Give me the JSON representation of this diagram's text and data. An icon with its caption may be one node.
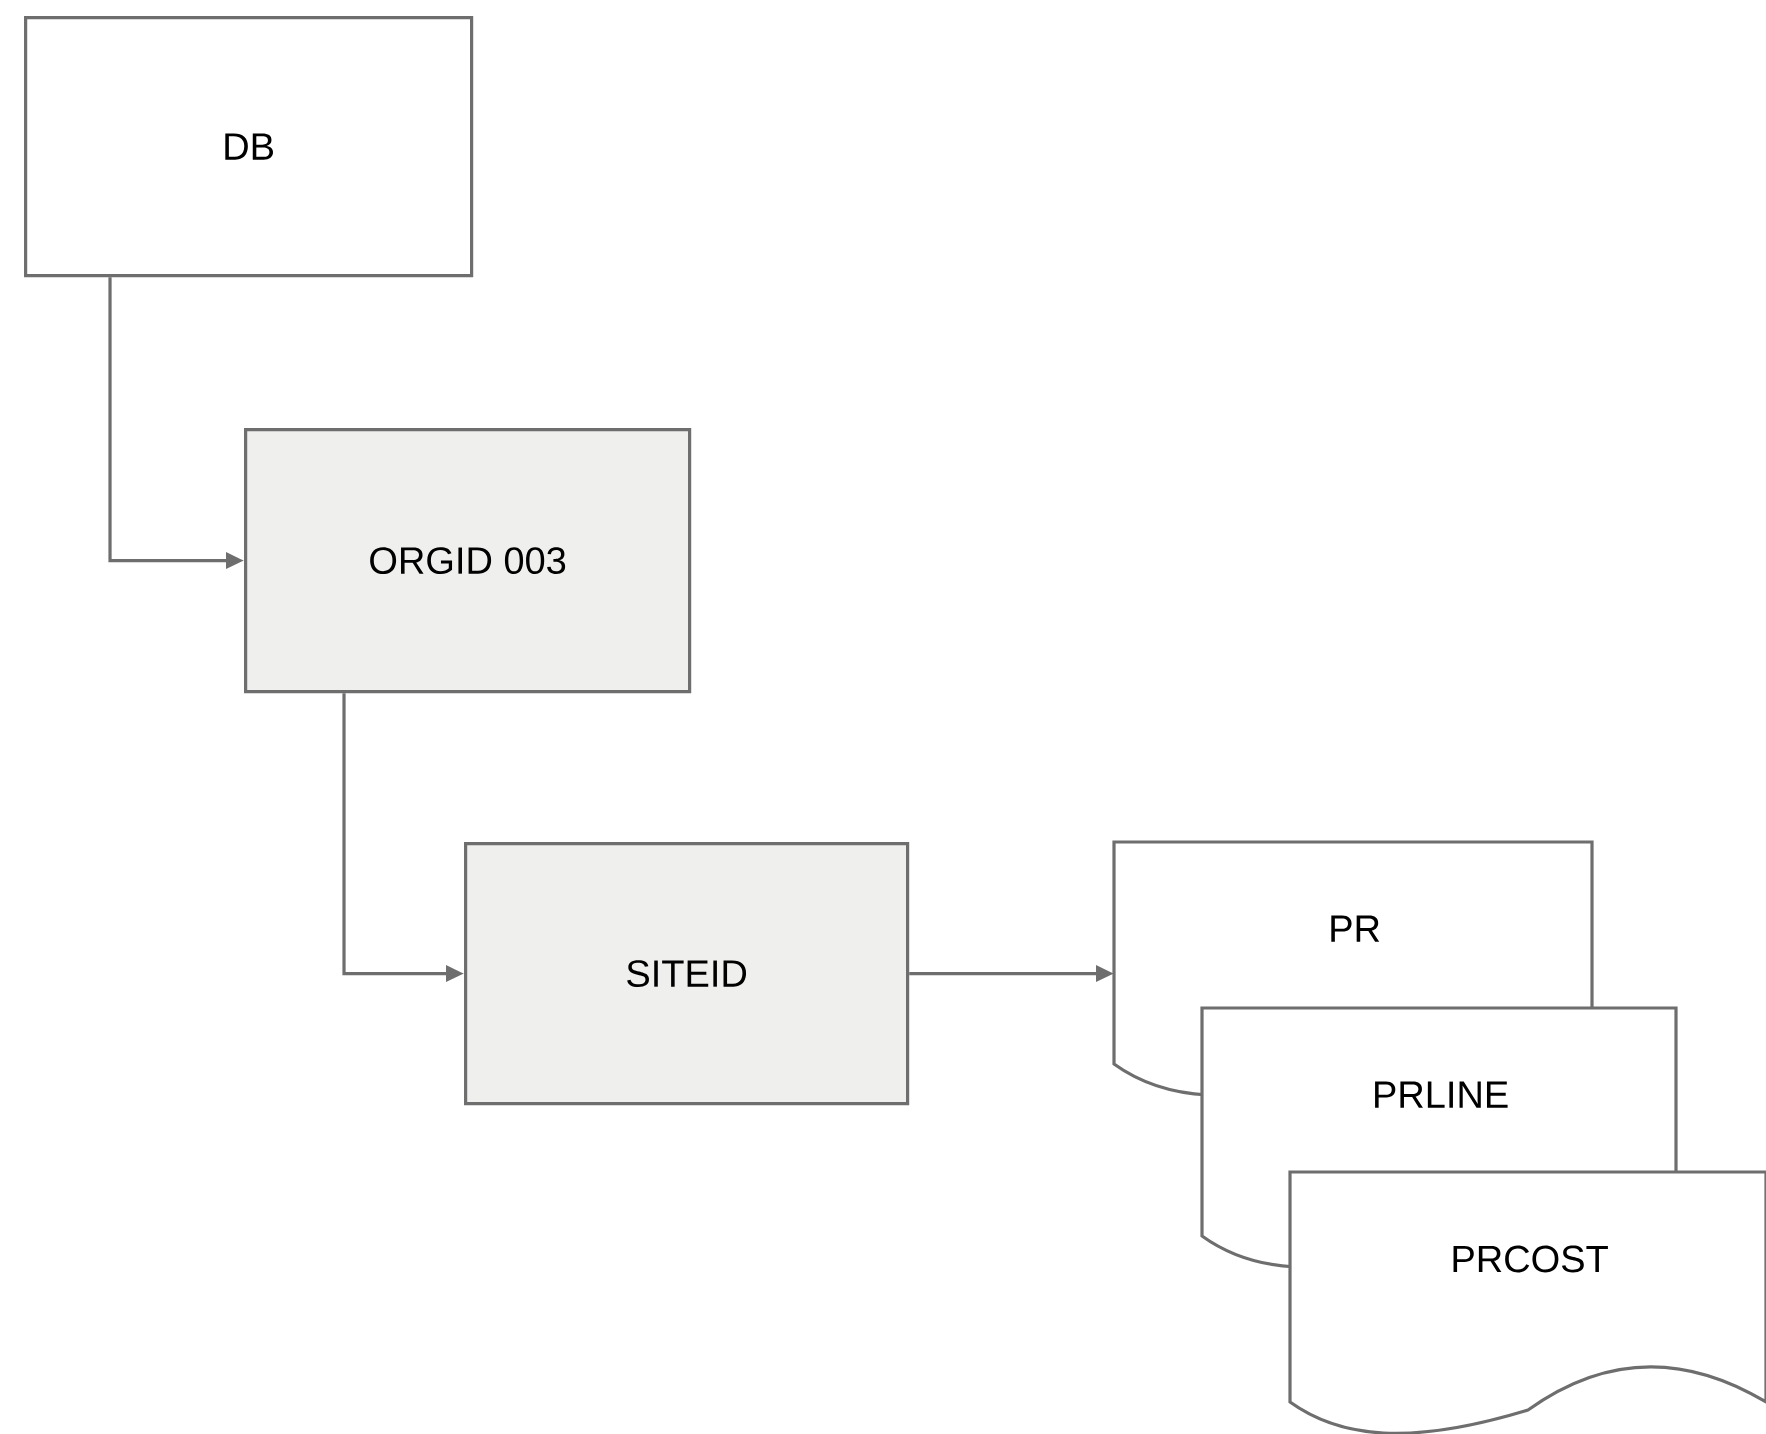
{
  "diagram": {
    "nodes": [
      {
        "text": [
          "DB"
        ]
      },
      {
        "text": [
          "ORGID 003"
        ]
      },
      {
        "text": [
          "SITEID"
        ]
      },
      {
        "text": [
          "PR"
        ]
      },
      {
        "text": [
          "PRLINE"
        ]
      },
      {
        "text": [
          "PRCOST"
        ]
      }
    ],
    "edges": [
      {
        "from": 0,
        "to": 1,
        "arrow": "to"
      },
      {
        "from": 1,
        "to": 2,
        "arrow": "to"
      },
      {
        "from": 2,
        "to": 3,
        "arrow": "to"
      }
    ]
  }
}
